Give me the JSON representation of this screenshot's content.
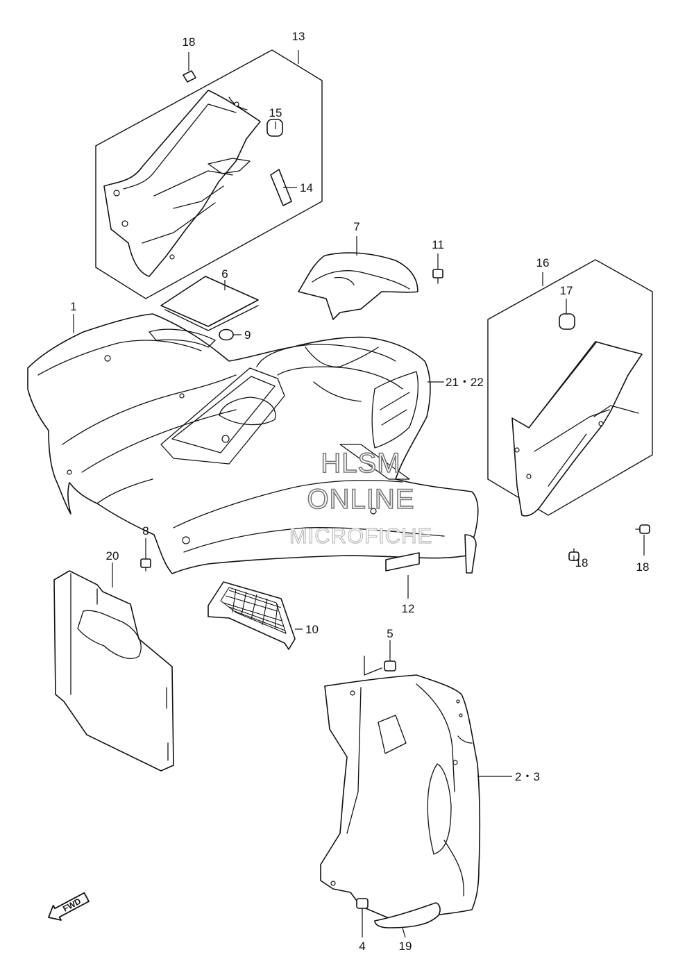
{
  "labels": {
    "p1": "1",
    "p2_3": "2・3",
    "p4": "4",
    "p5": "5",
    "p6": "6",
    "p7": "7",
    "p8": "8",
    "p9": "9",
    "p10": "10",
    "p11": "11",
    "p12": "12",
    "p13": "13",
    "p14": "14",
    "p15": "15",
    "p16": "16",
    "p17": "17",
    "p18a": "18",
    "p18b": "18",
    "p18c": "18",
    "p19": "19",
    "p20": "20",
    "p21_22": "21・22"
  },
  "watermark": {
    "line1": "HLSM",
    "line2": "ONLINE",
    "line3": "MICROFICHE"
  },
  "fwd_arrow": {
    "text": "FWD"
  }
}
